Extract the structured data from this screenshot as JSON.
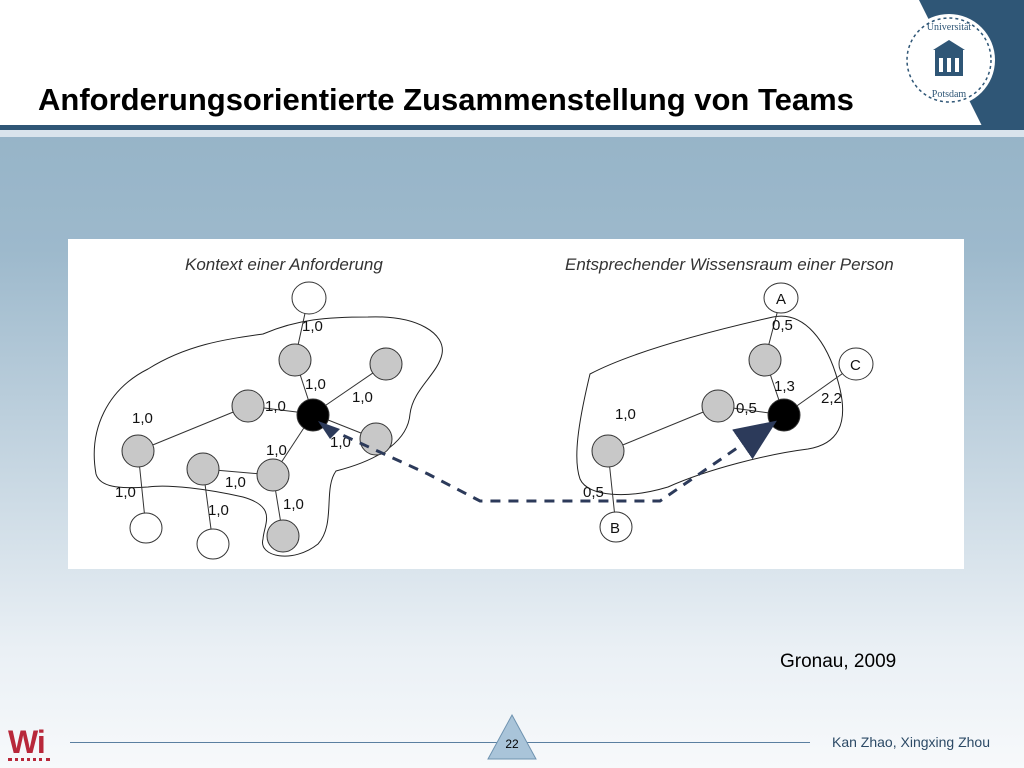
{
  "slide": {
    "title": "Anforderungsorientierte Zusammenstellung von Teams",
    "logo_text": "Universität Potsdam",
    "source": "Gronau, 2009",
    "page_number": "22",
    "authors": "Kan Zhao, Xingxing Zhou",
    "wi_logo": "Wi"
  },
  "colors": {
    "accent": "#2f5676",
    "wi_red": "#b8283a",
    "node_gray": "#c8c8c8",
    "node_black": "#000000"
  },
  "diagram": {
    "left_caption": "Kontext einer Anforderung",
    "right_caption": "Entsprechender Wissensraum einer Person",
    "left_edge_labels": [
      "1,0",
      "1,0",
      "1,0",
      "1,0",
      "1,0",
      "1,0",
      "1,0",
      "1,0",
      "1,0",
      "1,0",
      "1,0"
    ],
    "right_edge_labels": [
      "0,5",
      "1,3",
      "2,2",
      "1,0",
      "0,5",
      "0,5"
    ],
    "right_node_labels": {
      "a": "A",
      "b": "B",
      "c": "C"
    }
  }
}
